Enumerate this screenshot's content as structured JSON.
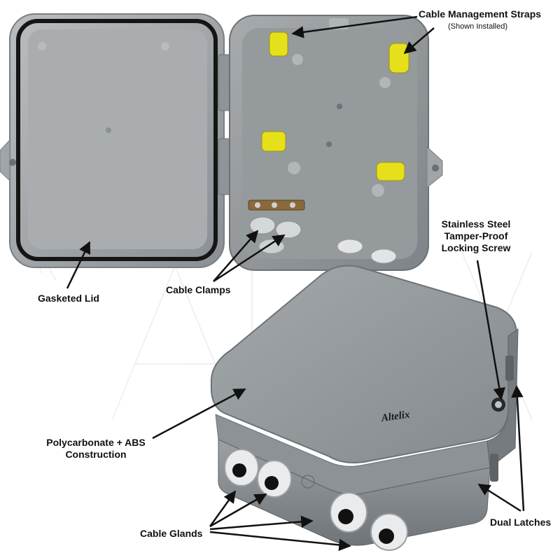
{
  "image": {
    "brand_watermark": "Altelix",
    "brand_logo": "Altelix"
  },
  "callouts": {
    "cable_management_straps": "Cable Management Straps",
    "shown_installed": "(Shown Installed)",
    "gasketed_lid": "Gasketed Lid",
    "cable_clamps": "Cable Clamps",
    "locking_screw_line1": "Stainless Steel",
    "locking_screw_line2": "Tamper-Proof",
    "locking_screw_line3": "Locking Screw",
    "construction_line1": "Polycarbonate + ABS",
    "construction_line2": "Construction",
    "cable_glands": "Cable Glands",
    "dual_latches": "Dual Latches"
  },
  "colors": {
    "enclosure_gray": "#8f9498",
    "strap_yellow": "#e6e01a",
    "gasket_black": "#151515"
  }
}
